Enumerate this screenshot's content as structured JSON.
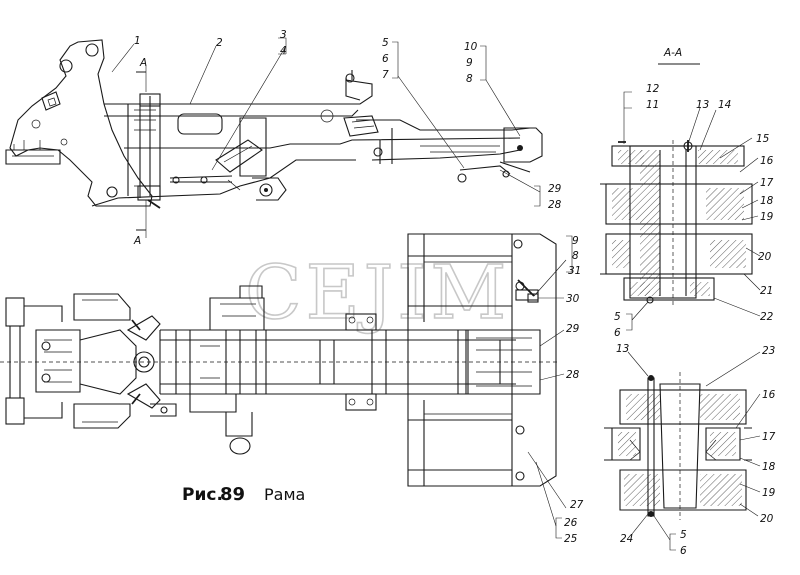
{
  "caption": {
    "prefix": "Рис.",
    "number": "89",
    "title": "Рама"
  },
  "watermark": "CEJIM",
  "section_mark": "A-A",
  "cut_marks": [
    "A",
    "A"
  ],
  "callouts_side_view": [
    "1",
    "2",
    "3",
    "4",
    "5",
    "6",
    "7",
    "10",
    "9",
    "8",
    "29",
    "28"
  ],
  "callouts_plan_view": [
    "9",
    "8",
    "31",
    "30",
    "29",
    "28",
    "27",
    "26",
    "25"
  ],
  "callouts_section_upper": [
    "12",
    "11",
    "13",
    "14",
    "15",
    "16",
    "17",
    "18",
    "19",
    "20",
    "21",
    "22",
    "5",
    "6"
  ],
  "callouts_section_lower": [
    "23",
    "13",
    "16",
    "17",
    "18",
    "19",
    "20",
    "24",
    "5",
    "6"
  ]
}
